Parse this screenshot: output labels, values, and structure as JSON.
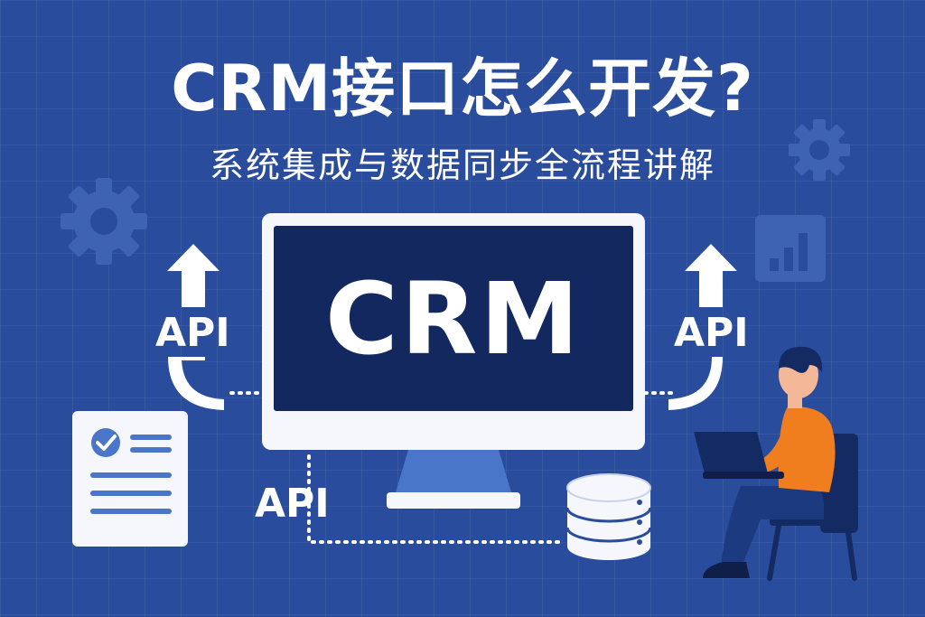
{
  "header": {
    "title": "CRM接口怎么开发?",
    "subtitle": "系统集成与数据同步全流程讲解"
  },
  "monitor": {
    "screen_text": "CRM"
  },
  "api_labels": {
    "left": "API",
    "right": "API",
    "bottom": "API"
  },
  "colors": {
    "background": "#2a4c9c",
    "monitor_screen": "#13285e",
    "monitor_frame": "#f5f7fc",
    "accent_blue": "#4a76c9",
    "person_shirt": "#f07d1e"
  },
  "icons": {
    "gear_left": "gear-icon",
    "gear_right": "gear-icon",
    "chart": "bar-chart-icon",
    "document": "document-checklist-icon",
    "database": "database-icon",
    "person": "person-with-laptop"
  }
}
